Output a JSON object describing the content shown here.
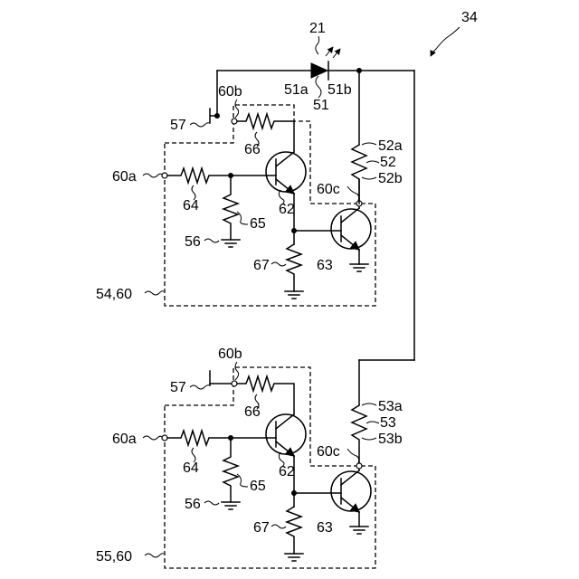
{
  "figure_label": "34",
  "led": {
    "ref": "21",
    "anode": "51a",
    "cathode": "51b",
    "body": "51"
  },
  "resistor_52": {
    "ref": "52",
    "a": "52a",
    "b": "52b"
  },
  "resistor_53": {
    "ref": "53",
    "a": "53a",
    "b": "53b"
  },
  "circuits": [
    {
      "name": "54,60",
      "in_a": "60a",
      "node_b": "60b",
      "node_c": "60c",
      "switch_57": "57",
      "ground_56": "56",
      "r64": "64",
      "r65": "65",
      "r66": "66",
      "r67": "67",
      "q62": "62",
      "q63": "63"
    },
    {
      "name": "55,60",
      "in_a": "60a",
      "node_b": "60b",
      "node_c": "60c",
      "switch_57": "57",
      "ground_56": "56",
      "r64": "64",
      "r65": "65",
      "r66": "66",
      "r67": "67",
      "q62": "62",
      "q63": "63"
    }
  ]
}
